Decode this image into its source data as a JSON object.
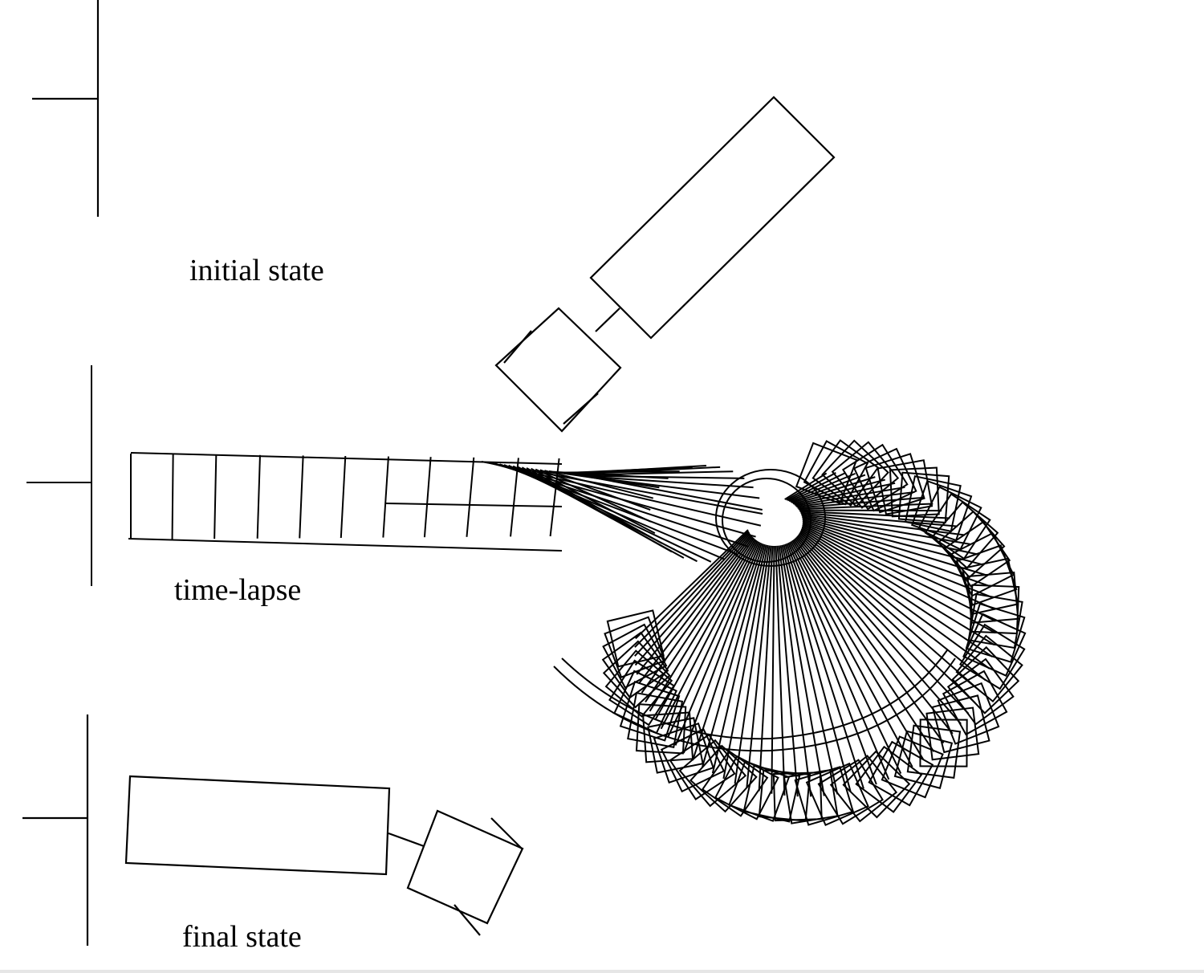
{
  "labels": {
    "initial": "initial state",
    "timelapse": "time-lapse",
    "final": "final state"
  },
  "colors": {
    "ink": "#000000",
    "background": "#ffffff"
  }
}
